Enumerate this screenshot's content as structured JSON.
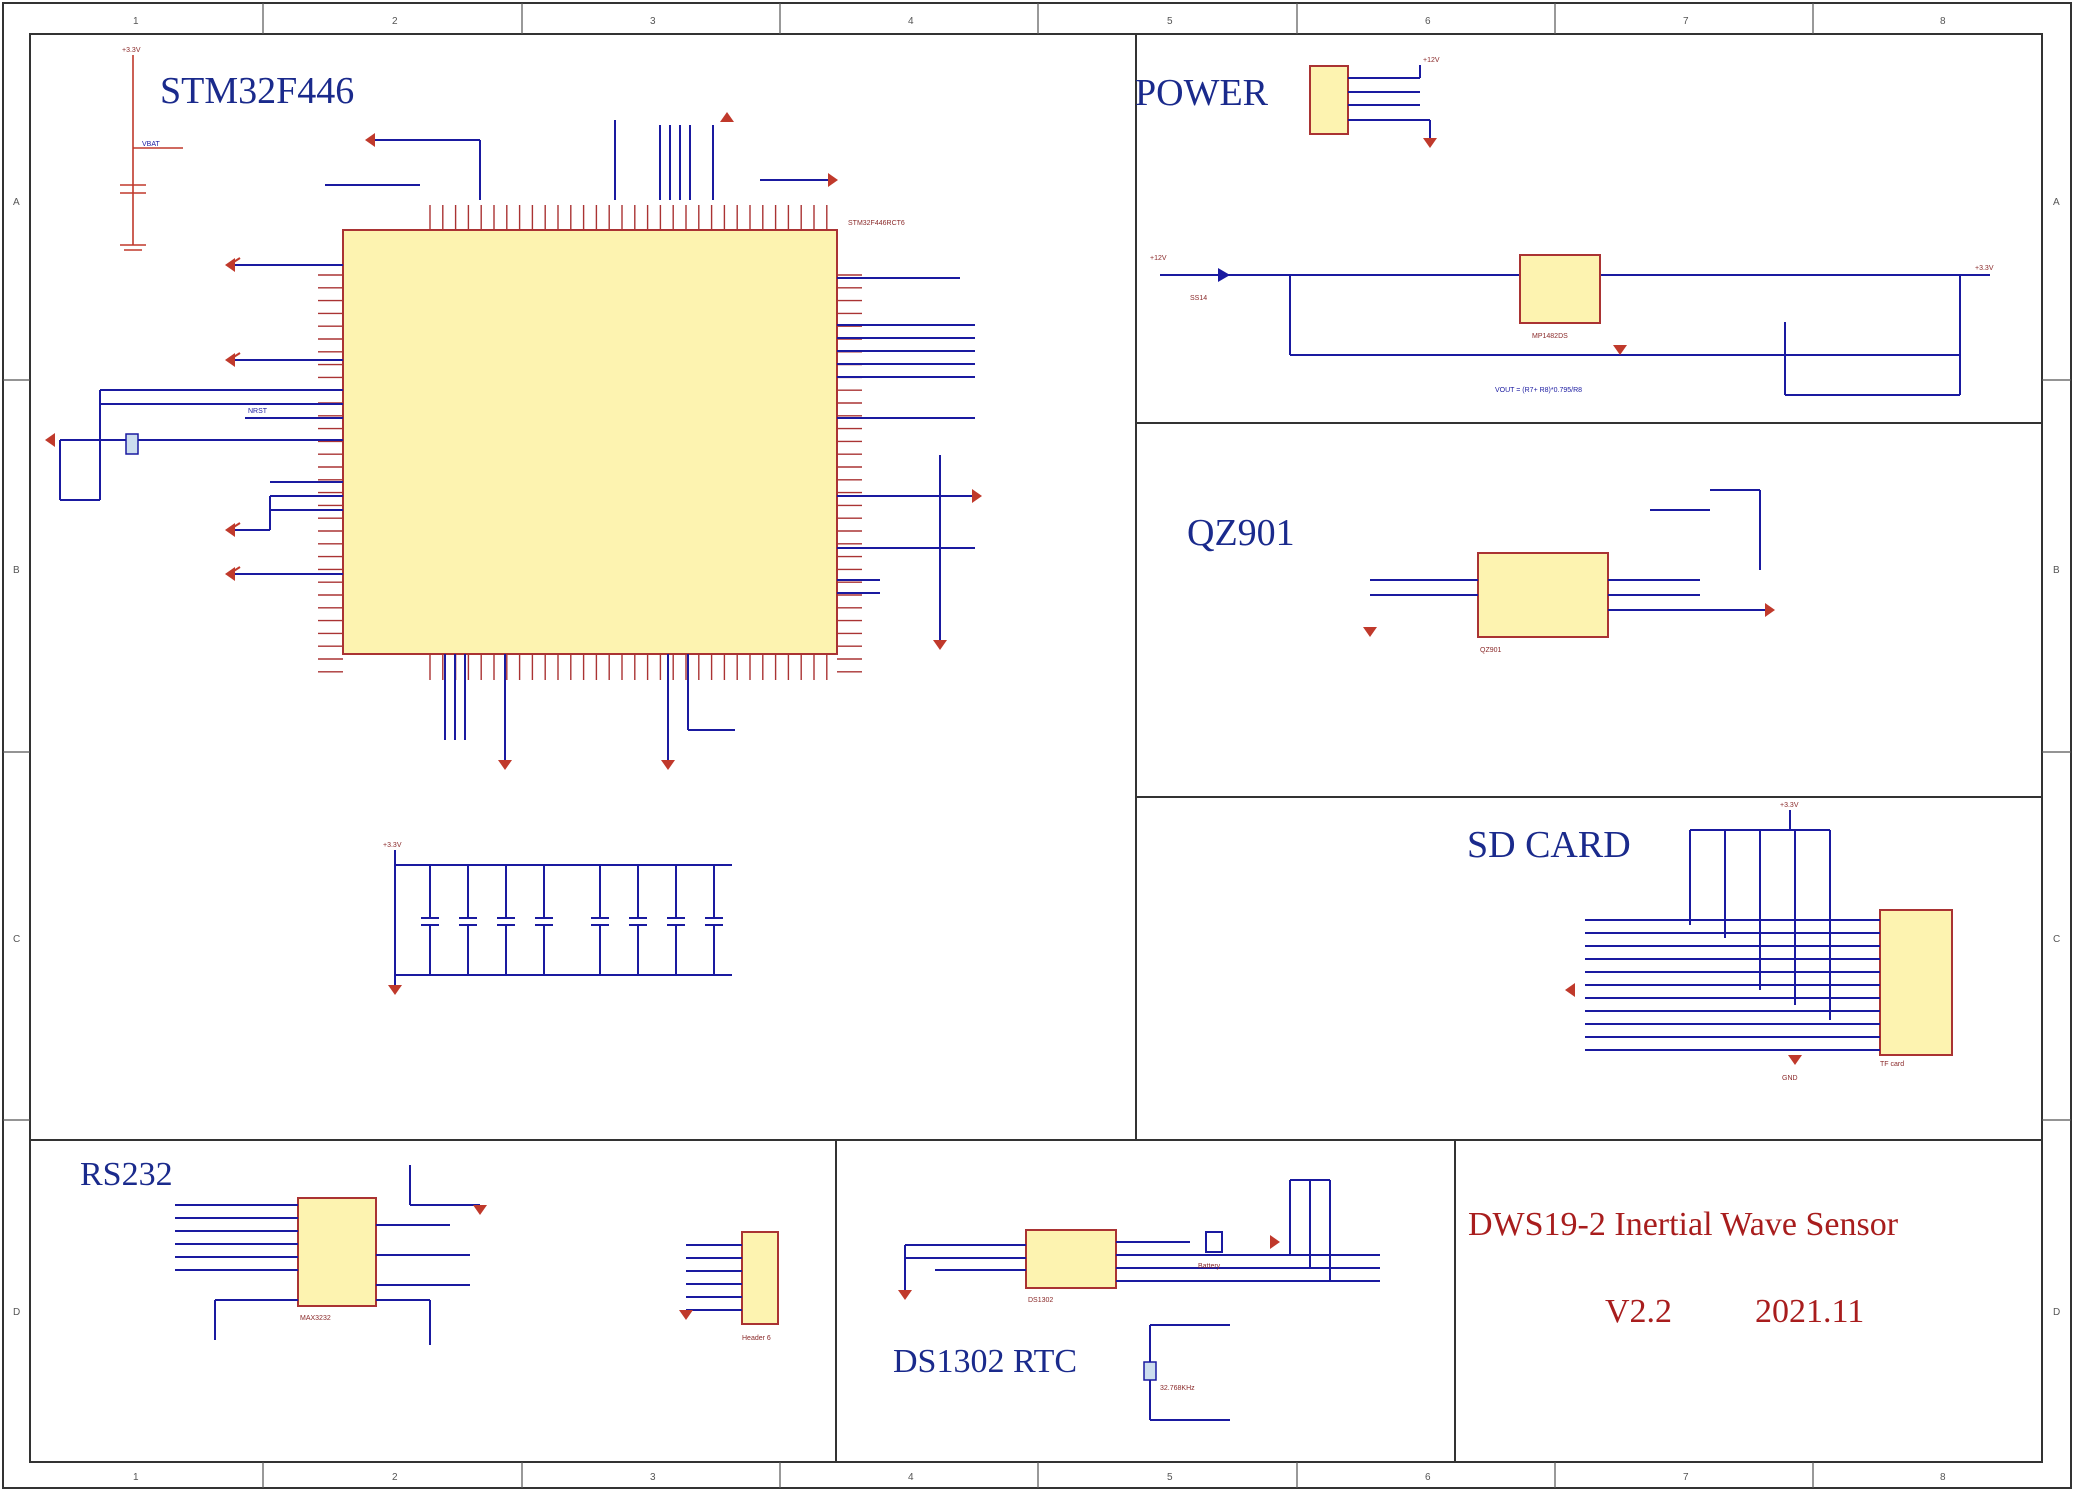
{
  "sections": {
    "mcu": "STM32F446",
    "power": "POWER",
    "imu": "QZ901",
    "sdcard": "SD CARD",
    "rs232": "RS232",
    "rtc": "DS1302 RTC"
  },
  "title_block": {
    "project": "DWS19-2  Inertial Wave Sensor",
    "version": "V2.2",
    "date": "2021.11"
  },
  "components": {
    "u1_model": "STM32F446RCT6",
    "u2_model": "MP1482DS",
    "u3_model": "MAX3232",
    "u4_model": "DS1302",
    "imu_model": "QZ901",
    "sd_model": "TF card",
    "crystal_model": "32.768KHz",
    "battery": "Battery",
    "diode": "SS14",
    "header_rs232": "Header 6",
    "vout_formula": "VOUT = (R7+ R8)*0.795/R8"
  },
  "net_labels": {
    "v33": "+3.3V",
    "v12": "+12V",
    "gnd": "GND",
    "vbat": "VBAT",
    "nrst": "NRST"
  },
  "ruler": {
    "columns": [
      "1",
      "2",
      "3",
      "4",
      "5",
      "6",
      "7",
      "8"
    ],
    "rows": [
      "A",
      "B",
      "C",
      "D"
    ]
  },
  "colors": {
    "heading_blue": "#1a2a8c",
    "title_red": "#a81d1d",
    "wire_blue": "#1a1aa0",
    "part_outline": "#aa3333",
    "part_fill": "#fdf3b0"
  }
}
